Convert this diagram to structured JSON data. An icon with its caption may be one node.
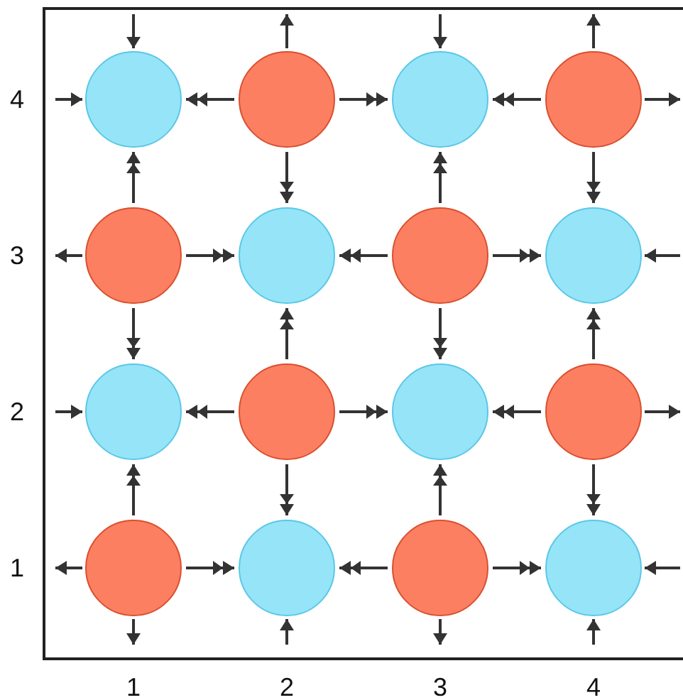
{
  "diagram": {
    "nodes": [
      {
        "text": [],
        "shape": "circle"
      },
      {
        "text": [],
        "shape": "circle"
      },
      {
        "text": [],
        "shape": "circle"
      },
      {
        "text": [],
        "shape": "circle"
      },
      {
        "text": [],
        "shape": "circle"
      },
      {
        "text": [],
        "shape": "circle"
      },
      {
        "text": [],
        "shape": "circle"
      },
      {
        "text": [],
        "shape": "circle"
      },
      {
        "text": [],
        "shape": "circle"
      },
      {
        "text": [],
        "shape": "circle"
      },
      {
        "text": [],
        "shape": "circle"
      },
      {
        "text": [],
        "shape": "circle"
      },
      {
        "text": [],
        "shape": "circle"
      },
      {
        "text": [],
        "shape": "circle"
      },
      {
        "text": [],
        "shape": "circle"
      },
      {
        "text": [],
        "shape": "circle"
      }
    ],
    "edges": [
      {
        "from": null,
        "to": 0,
        "arrow": "to"
      },
      {
        "from": 1,
        "to": null,
        "arrow": "to"
      },
      {
        "from": null,
        "to": 2,
        "arrow": "to"
      },
      {
        "from": 3,
        "to": null,
        "arrow": "to"
      },
      {
        "from": null,
        "to": 0,
        "arrow": "to"
      },
      {
        "from": 1,
        "to": 0,
        "arrow": "to"
      },
      {
        "from": 1,
        "to": 2,
        "arrow": "to"
      },
      {
        "from": 3,
        "to": 2,
        "arrow": "to"
      },
      {
        "from": 3,
        "to": null,
        "arrow": "to"
      },
      {
        "from": 4,
        "to": 0,
        "arrow": "to"
      },
      {
        "from": 1,
        "to": 5,
        "arrow": "to"
      },
      {
        "from": 6,
        "to": 2,
        "arrow": "to"
      },
      {
        "from": 3,
        "to": 7,
        "arrow": "to"
      },
      {
        "from": 4,
        "to": null,
        "arrow": "to"
      },
      {
        "from": 4,
        "to": 5,
        "arrow": "to"
      },
      {
        "from": 6,
        "to": 5,
        "arrow": "to"
      },
      {
        "from": 6,
        "to": 7,
        "arrow": "to"
      },
      {
        "from": null,
        "to": 7,
        "arrow": "to"
      },
      {
        "from": 4,
        "to": 8,
        "arrow": "to"
      },
      {
        "from": 9,
        "to": 5,
        "arrow": "to"
      },
      {
        "from": 6,
        "to": 10,
        "arrow": "to"
      },
      {
        "from": 11,
        "to": 7,
        "arrow": "to"
      },
      {
        "from": null,
        "to": 8,
        "arrow": "to"
      },
      {
        "from": 9,
        "to": 8,
        "arrow": "to"
      },
      {
        "from": 9,
        "to": 10,
        "arrow": "to"
      },
      {
        "from": 11,
        "to": 10,
        "arrow": "to"
      },
      {
        "from": 11,
        "to": null,
        "arrow": "to"
      },
      {
        "from": 12,
        "to": 8,
        "arrow": "to"
      },
      {
        "from": 9,
        "to": 13,
        "arrow": "to"
      },
      {
        "from": 14,
        "to": 10,
        "arrow": "to"
      },
      {
        "from": 11,
        "to": 15,
        "arrow": "to"
      },
      {
        "from": 12,
        "to": null,
        "arrow": "to"
      },
      {
        "from": 12,
        "to": 13,
        "arrow": "to"
      },
      {
        "from": 14,
        "to": 13,
        "arrow": "to"
      },
      {
        "from": 14,
        "to": 15,
        "arrow": "to"
      },
      {
        "from": null,
        "to": 15,
        "arrow": "to"
      },
      {
        "from": 12,
        "to": null,
        "arrow": "to"
      },
      {
        "from": null,
        "to": 13,
        "arrow": "to"
      },
      {
        "from": 14,
        "to": null,
        "arrow": "to"
      },
      {
        "from": null,
        "to": 15,
        "arrow": "to"
      }
    ],
    "labels": [
      "4",
      "3",
      "2",
      "1",
      "1",
      "2",
      "3",
      "4"
    ]
  }
}
